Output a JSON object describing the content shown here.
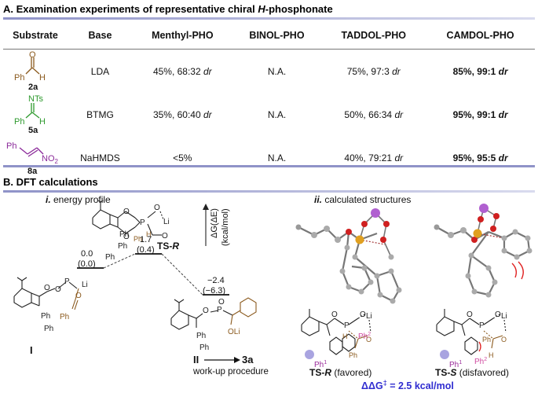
{
  "sectionA": {
    "prefix": "A. Examination experiments of representative chiral ",
    "italic": "H",
    "suffix": "-phosphonate"
  },
  "table": {
    "headers": [
      "Substrate",
      "Base",
      "Menthyl-PHO",
      "BINOL-PHO",
      "TADDOL-PHO",
      "CAMDOL-PHO"
    ],
    "rows": [
      {
        "sub_label": "2a",
        "base": "LDA",
        "menthyl": "45%, 68:32 ",
        "binol": "N.A.",
        "taddol": "75%, 97:3 ",
        "camdol": "85%, 99:1 "
      },
      {
        "sub_label": "5a",
        "base": "BTMG",
        "menthyl": "35%, 60:40 ",
        "binol": "N.A.",
        "taddol": "50%, 66:34 ",
        "camdol": "95%, 99:1 "
      },
      {
        "sub_label": "8a",
        "base": "NaHMDS",
        "menthyl": "<5%",
        "binol": "N.A.",
        "taddol": "40%, 79:21 ",
        "camdol": "95%, 95:5 "
      }
    ],
    "dr": "dr"
  },
  "sub_atoms": {
    "ald_o": "O",
    "ald_ph": "Ph",
    "ald_h": "H",
    "imine_nts": "NTs",
    "imine_ph": "Ph",
    "imine_h": "H",
    "nitro_ph": "Ph",
    "nitro_no2": "NO",
    "nitro_sub": "2"
  },
  "sectionB": {
    "title": "B. DFT calculations"
  },
  "profile": {
    "numeral": "i.",
    "title": " energy profile",
    "axis": "ΔG(ΔE)",
    "axis_unit": "(kcal/mol)",
    "ts_name": "TS-",
    "ts_suffix": "R",
    "lvl_I_top": "0.0",
    "lvl_I_bot": "(0.0)",
    "lvl_TS_top": "1.7",
    "lvl_TS_bot": "(0.4)",
    "lvl_II_top": "−2.4",
    "lvl_II_bot": "(−6.3)",
    "label_I": "I",
    "label_II": "II",
    "product": "3a",
    "workup": "work-up procedure"
  },
  "mol_atoms": {
    "o": "O",
    "p": "P",
    "li": "Li",
    "ph": "Ph",
    "h": "H",
    "oli": "OLi"
  },
  "structures": {
    "numeral": "ii.",
    "title": " calculated structures",
    "tsR": "TS-",
    "tsR_s": "R",
    "tsR_note": "  (favored)",
    "tsS": "TS-",
    "tsS_s": "S",
    "tsS_note": "  (disfavored)",
    "ph1": "Ph",
    "ph1_sup": "1",
    "ph2": "Ph",
    "ph2_sup": "2",
    "ddg": "ΔΔG",
    "ddg_sup": "‡",
    "ddg_val": " = 2.5 kcal/mol"
  }
}
